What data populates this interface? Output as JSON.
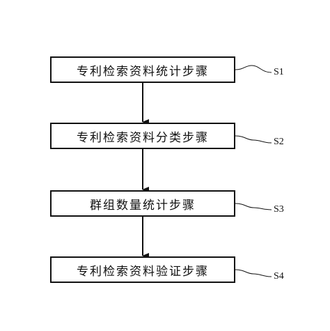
{
  "steps": [
    {
      "label": "专利检索资料统计步骤",
      "tag": "S1"
    },
    {
      "label": "专利检索资料分类步骤",
      "tag": "S2"
    },
    {
      "label": "群组数量统计步骤",
      "tag": "S3"
    },
    {
      "label": "专利检索资料验证步骤",
      "tag": "S4"
    }
  ]
}
